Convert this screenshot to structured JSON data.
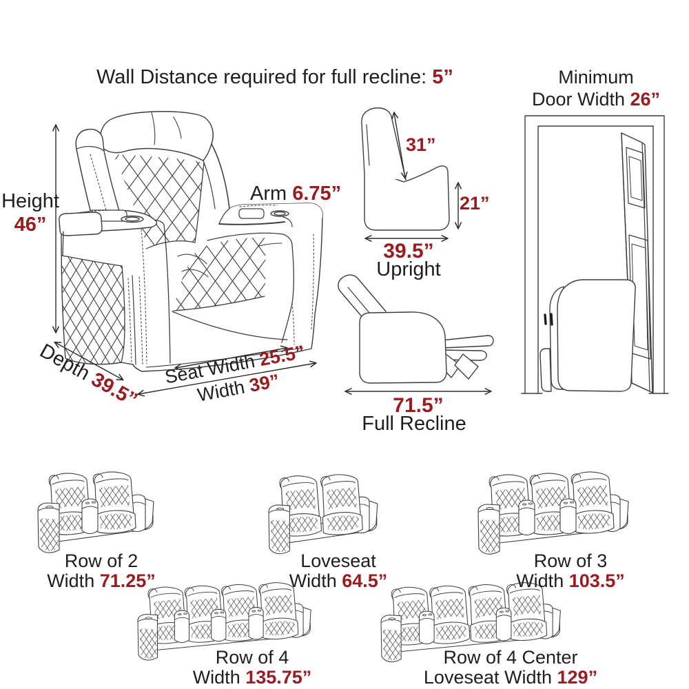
{
  "title": {
    "label": "Wall Distance required for full recline: ",
    "value": "5”"
  },
  "door": {
    "line1": "Minimum",
    "line2": "Door Width ",
    "value": "26”"
  },
  "main_chair": {
    "height_label": "Height",
    "height_value": "46”",
    "arm_label": "Arm ",
    "arm_value": "6.75”",
    "depth_label": "Depth ",
    "depth_value": "39.5”",
    "seat_width_label": "Seat Width ",
    "seat_width_value": "25.5”",
    "width_label": "Width ",
    "width_value": "39”"
  },
  "upright_view": {
    "back_length_value": "31”",
    "arm_height_value": "21”",
    "depth_value": "39.5”",
    "caption": "Upright"
  },
  "recline_view": {
    "length_value": "71.5”",
    "caption": "Full Recline"
  },
  "rows": [
    {
      "name": "Row of 2",
      "width_label": "Width ",
      "value": "71.25”"
    },
    {
      "name": "Loveseat",
      "width_label": "Width ",
      "value": "64.5”"
    },
    {
      "name": "Row of 3",
      "width_label": "Width ",
      "value": "103.5”"
    },
    {
      "name": "Row of 4",
      "width_label": "Width ",
      "value": "135.75”"
    },
    {
      "name": "Row of 4 Center",
      "width_label": "Loveseat Width ",
      "value": "129”"
    }
  ],
  "colors": {
    "accent_red": "#9a1b20",
    "text": "#1e1e1e",
    "line_art": "#3c3c3c"
  }
}
